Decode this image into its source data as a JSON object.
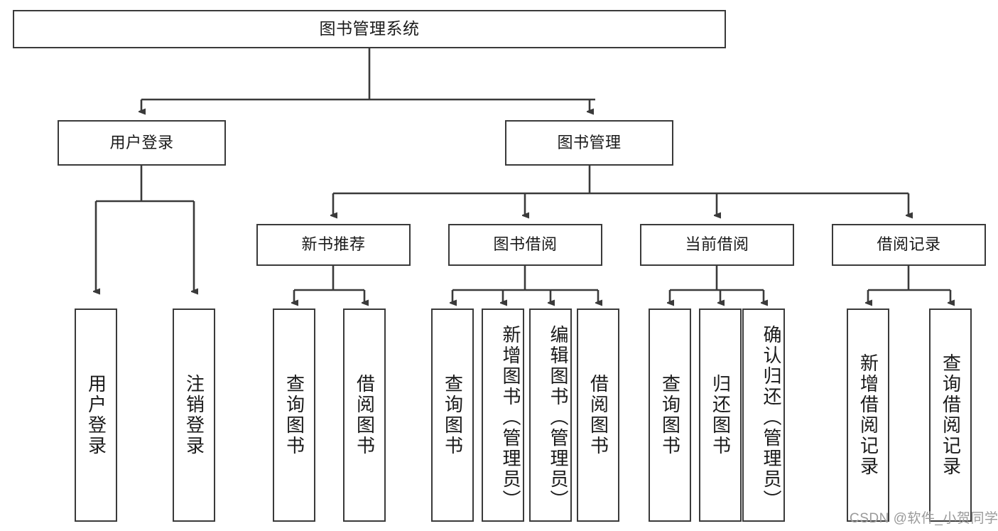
{
  "diagram": {
    "type": "tree-hierarchy",
    "title": "图书管理系统",
    "colors": {
      "box_border": "#3a3a3a",
      "box_fill": "#ffffff",
      "line": "#3a3a3a",
      "text": "#1a1a1a",
      "watermark": "#9a9a9a",
      "background": "#ffffff"
    },
    "levels": [
      {
        "level": 1,
        "nodes": [
          {
            "id": "root",
            "label": "图书管理系统",
            "orientation": "horizontal"
          }
        ]
      },
      {
        "level": 2,
        "nodes": [
          {
            "id": "user-login",
            "label": "用户登录",
            "orientation": "horizontal",
            "parent": "root"
          },
          {
            "id": "book-manage",
            "label": "图书管理",
            "orientation": "horizontal",
            "parent": "root"
          }
        ]
      },
      {
        "level": 3,
        "nodes": [
          {
            "id": "new-book-rec",
            "label": "新书推荐",
            "orientation": "horizontal",
            "parent": "book-manage"
          },
          {
            "id": "book-borrow",
            "label": "图书借阅",
            "orientation": "horizontal",
            "parent": "book-manage"
          },
          {
            "id": "current-borrow",
            "label": "当前借阅",
            "orientation": "horizontal",
            "parent": "book-manage"
          },
          {
            "id": "borrow-record",
            "label": "借阅记录",
            "orientation": "horizontal",
            "parent": "book-manage"
          }
        ]
      },
      {
        "level": 4,
        "nodes": [
          {
            "id": "leaf-user-login",
            "label": "用户登录",
            "orientation": "vertical",
            "parent": "user-login"
          },
          {
            "id": "leaf-logout",
            "label": "注销登录",
            "orientation": "vertical",
            "parent": "user-login"
          },
          {
            "id": "leaf-query-book-1",
            "label": "查询图书",
            "orientation": "vertical",
            "parent": "new-book-rec"
          },
          {
            "id": "leaf-borrow-book-1",
            "label": "借阅图书",
            "orientation": "vertical",
            "parent": "new-book-rec"
          },
          {
            "id": "leaf-query-book-2",
            "label": "查询图书",
            "orientation": "vertical",
            "parent": "book-borrow"
          },
          {
            "id": "leaf-add-book",
            "label": "新增图书（管理员）",
            "orientation": "vertical",
            "parent": "book-borrow"
          },
          {
            "id": "leaf-edit-book",
            "label": "编辑图书（管理员）",
            "orientation": "vertical",
            "parent": "book-borrow"
          },
          {
            "id": "leaf-borrow-book-2",
            "label": "借阅图书",
            "orientation": "vertical",
            "parent": "book-borrow"
          },
          {
            "id": "leaf-query-book-3",
            "label": "查询图书",
            "orientation": "vertical",
            "parent": "current-borrow"
          },
          {
            "id": "leaf-return-book",
            "label": "归还图书",
            "orientation": "vertical",
            "parent": "current-borrow"
          },
          {
            "id": "leaf-confirm-return",
            "label": "确认归还（管理员）",
            "orientation": "vertical",
            "parent": "current-borrow"
          },
          {
            "id": "leaf-add-record",
            "label": "新增借阅记录",
            "orientation": "vertical",
            "parent": "borrow-record"
          },
          {
            "id": "leaf-query-record",
            "label": "查询借阅记录",
            "orientation": "vertical",
            "parent": "borrow-record"
          }
        ]
      }
    ]
  },
  "watermark": {
    "text": "CSDN @软件_小贺同学"
  }
}
